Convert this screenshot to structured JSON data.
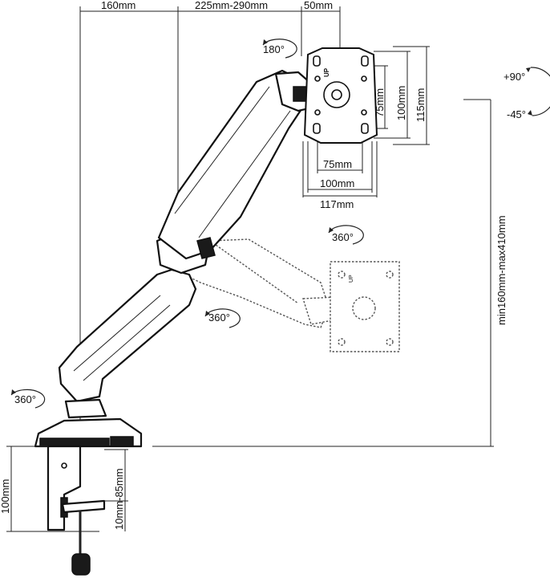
{
  "dimensions": {
    "top_160": "160mm",
    "top_reach": "225mm-290mm",
    "top_50": "50mm",
    "vesa_v75": "75mm",
    "vesa_v100": "100mm",
    "vesa_v115": "115mm",
    "vesa_h75": "75mm",
    "vesa_h100": "100mm",
    "vesa_h117": "117mm",
    "height_range": "min160mm-max410mm",
    "clamp_height": "100mm",
    "desk_thickness": "10mm-85mm"
  },
  "rotations": {
    "rot_180": "180°",
    "rot_360_head": "360°",
    "rot_360_mid": "360°",
    "rot_360_base": "360°",
    "tilt_up": "+90°",
    "tilt_down": "-45°"
  },
  "plate_marks": {
    "up_main": "UP",
    "up_ghost": "UP"
  }
}
